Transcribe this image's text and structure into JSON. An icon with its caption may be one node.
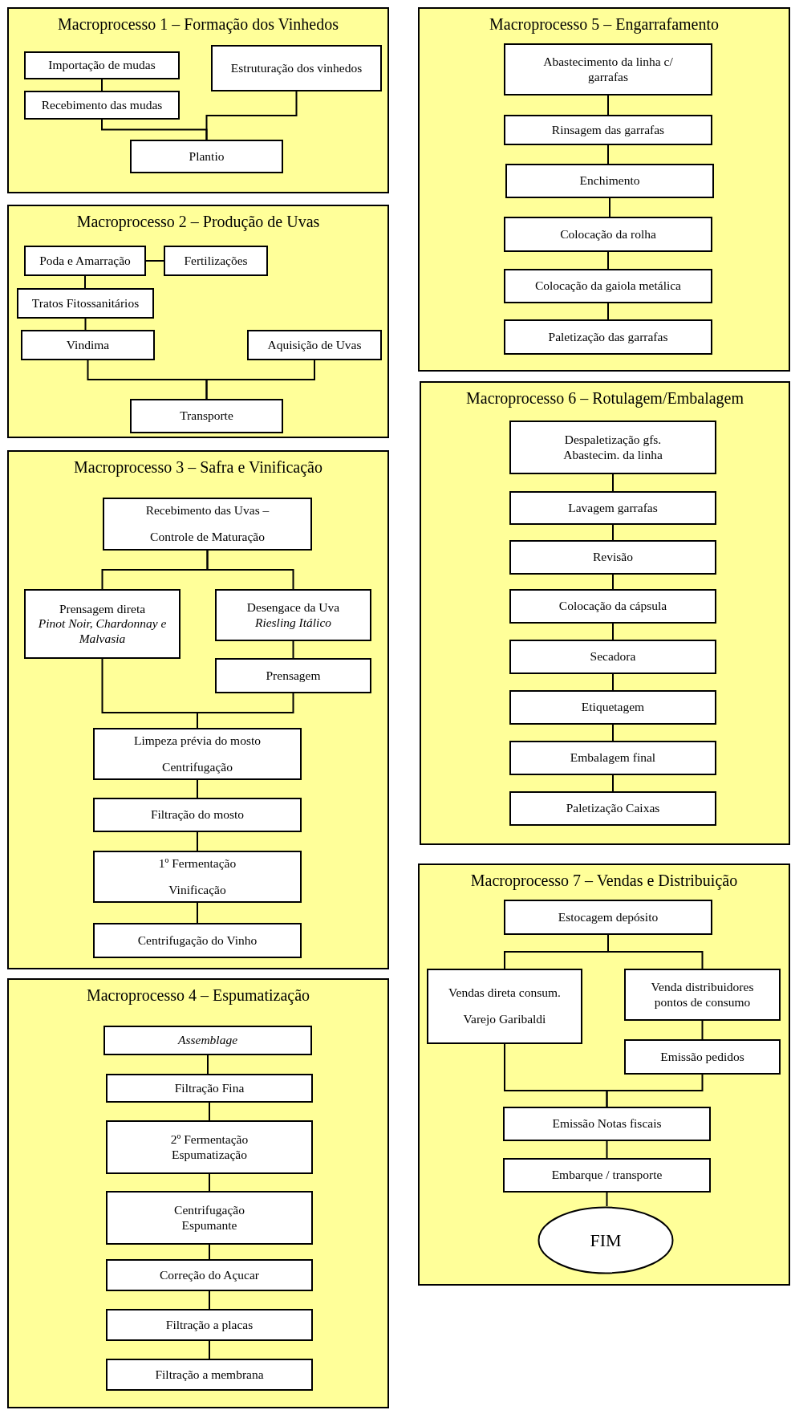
{
  "diagram": {
    "nodes": [
      {
        "text": [
          "Macroprocesso 1 – Formação dos Vinhedos"
        ]
      },
      {
        "text": [
          "Importação de mudas"
        ],
        "in": 0
      },
      {
        "text": [
          "Recebimento das mudas"
        ],
        "in": 0
      },
      {
        "text": [
          "Estruturação dos vinhedos"
        ],
        "in": 0
      },
      {
        "text": [
          "Plantio"
        ],
        "in": 0
      },
      {
        "text": [
          "Macroprocesso 2 – Produção de Uvas"
        ]
      },
      {
        "text": [
          "Poda e Amarração"
        ],
        "in": 5
      },
      {
        "text": [
          "Fertilizações"
        ],
        "in": 5
      },
      {
        "text": [
          "Tratos Fitossanitários"
        ],
        "in": 5
      },
      {
        "text": [
          "Vindima"
        ],
        "in": 5
      },
      {
        "text": [
          "Aquisição de Uvas"
        ],
        "in": 5
      },
      {
        "text": [
          "Transporte"
        ],
        "in": 5
      },
      {
        "text": [
          "Macroprocesso 3 – Safra e Vinificação"
        ]
      },
      {
        "text": [
          "Recebimento das Uvas –",
          "Controle de Maturação"
        ],
        "in": 12
      },
      {
        "text": [
          "Prensagem direta",
          "Pinot Noir, Chardonnay e Malvasia"
        ],
        "in": 12
      },
      {
        "text": [
          "Desengace da Uva",
          "Riesling Itálico"
        ],
        "in": 12
      },
      {
        "text": [
          "Prensagem"
        ],
        "in": 12
      },
      {
        "text": [
          "Limpeza prévia do mosto",
          "Centrifugação"
        ],
        "in": 12
      },
      {
        "text": [
          "Filtração do mosto"
        ],
        "in": 12
      },
      {
        "text": [
          "1º Fermentação",
          "Vinificação"
        ],
        "in": 12
      },
      {
        "text": [
          "Centrifugação do Vinho"
        ],
        "in": 12
      },
      {
        "text": [
          "Macroprocesso 4 – Espumatização"
        ]
      },
      {
        "text": [
          "Assemblage"
        ],
        "in": 21
      },
      {
        "text": [
          "Filtração Fina"
        ],
        "in": 21
      },
      {
        "text": [
          "2º Fermentação Espumatização"
        ],
        "in": 21
      },
      {
        "text": [
          "Centrifugação Espumante"
        ],
        "in": 21
      },
      {
        "text": [
          "Correção do Açucar"
        ],
        "in": 21
      },
      {
        "text": [
          "Filtração a placas"
        ],
        "in": 21
      },
      {
        "text": [
          "Filtração a membrana"
        ],
        "in": 21
      },
      {
        "text": [
          "Macroprocesso 5 – Engarrafamento"
        ]
      },
      {
        "text": [
          "Abastecimento da linha c/ garrafas"
        ],
        "in": 29
      },
      {
        "text": [
          "Rinsagem das garrafas"
        ],
        "in": 29
      },
      {
        "text": [
          "Enchimento"
        ],
        "in": 29
      },
      {
        "text": [
          "Colocação da rolha"
        ],
        "in": 29
      },
      {
        "text": [
          "Colocação da gaiola metálica"
        ],
        "in": 29
      },
      {
        "text": [
          "Paletização das garrafas"
        ],
        "in": 29
      },
      {
        "text": [
          "Macroprocesso 6 – Rotulagem/Embalagem"
        ]
      },
      {
        "text": [
          "Despaletização gfs. Abastecim. da linha"
        ],
        "in": 36
      },
      {
        "text": [
          "Lavagem garrafas"
        ],
        "in": 36
      },
      {
        "text": [
          "Revisão"
        ],
        "in": 36
      },
      {
        "text": [
          "Colocação da cápsula"
        ],
        "in": 36
      },
      {
        "text": [
          "Secadora"
        ],
        "in": 36
      },
      {
        "text": [
          "Etiquetagem"
        ],
        "in": 36
      },
      {
        "text": [
          "Embalagem final"
        ],
        "in": 36
      },
      {
        "text": [
          "Paletização Caixas"
        ],
        "in": 36
      },
      {
        "text": [
          "Macroprocesso 7 – Vendas e Distribuição"
        ]
      },
      {
        "text": [
          "Estocagem depósito"
        ],
        "in": 45
      },
      {
        "text": [
          "Vendas direta consum.",
          "Varejo Garibaldi"
        ],
        "in": 45
      },
      {
        "text": [
          "Venda distribuidores pontos de consumo"
        ],
        "in": 45
      },
      {
        "text": [
          "Emissão pedidos"
        ],
        "in": 45
      },
      {
        "text": [
          "Emissão Notas fiscais"
        ],
        "in": 45
      },
      {
        "text": [
          "Embarque / transporte"
        ],
        "in": 45
      },
      {
        "text": [
          "FIM"
        ],
        "in": 45
      }
    ],
    "edges": [
      {
        "from": 1,
        "to": 2,
        "arrow": "none"
      },
      {
        "from": 2,
        "to": 4,
        "arrow": "none"
      },
      {
        "from": 3,
        "to": 4,
        "arrow": "none"
      },
      {
        "from": 6,
        "to": 7,
        "arrow": "none"
      },
      {
        "from": 6,
        "to": 8,
        "arrow": "none"
      },
      {
        "from": 8,
        "to": 9,
        "arrow": "none"
      },
      {
        "from": 9,
        "to": 11,
        "arrow": "none"
      },
      {
        "from": 10,
        "to": 11,
        "arrow": "none"
      },
      {
        "from": 13,
        "to": 14,
        "arrow": "none"
      },
      {
        "from": 13,
        "to": 15,
        "arrow": "none"
      },
      {
        "from": 15,
        "to": 16,
        "arrow": "none"
      },
      {
        "from": 14,
        "to": 17,
        "arrow": "none"
      },
      {
        "from": 16,
        "to": 17,
        "arrow": "none"
      },
      {
        "from": 17,
        "to": 18,
        "arrow": "none"
      },
      {
        "from": 18,
        "to": 19,
        "arrow": "none"
      },
      {
        "from": 19,
        "to": 20,
        "arrow": "none"
      },
      {
        "from": 22,
        "to": 23,
        "arrow": "none"
      },
      {
        "from": 23,
        "to": 24,
        "arrow": "none"
      },
      {
        "from": 24,
        "to": 25,
        "arrow": "none"
      },
      {
        "from": 25,
        "to": 26,
        "arrow": "none"
      },
      {
        "from": 26,
        "to": 27,
        "arrow": "none"
      },
      {
        "from": 27,
        "to": 28,
        "arrow": "none"
      },
      {
        "from": 30,
        "to": 31,
        "arrow": "none"
      },
      {
        "from": 31,
        "to": 32,
        "arrow": "none"
      },
      {
        "from": 32,
        "to": 33,
        "arrow": "none"
      },
      {
        "from": 33,
        "to": 34,
        "arrow": "none"
      },
      {
        "from": 34,
        "to": 35,
        "arrow": "none"
      },
      {
        "from": 37,
        "to": 38,
        "arrow": "none"
      },
      {
        "from": 38,
        "to": 39,
        "arrow": "none"
      },
      {
        "from": 39,
        "to": 40,
        "arrow": "none"
      },
      {
        "from": 40,
        "to": 41,
        "arrow": "none"
      },
      {
        "from": 41,
        "to": 42,
        "arrow": "none"
      },
      {
        "from": 42,
        "to": 43,
        "arrow": "none"
      },
      {
        "from": 43,
        "to": 44,
        "arrow": "none"
      },
      {
        "from": 46,
        "to": 47,
        "arrow": "none"
      },
      {
        "from": 46,
        "to": 48,
        "arrow": "none"
      },
      {
        "from": 48,
        "to": 49,
        "arrow": "none"
      },
      {
        "from": 47,
        "to": 50,
        "arrow": "none"
      },
      {
        "from": 49,
        "to": 50,
        "arrow": "none"
      },
      {
        "from": 50,
        "to": 51,
        "arrow": "none"
      },
      {
        "from": 51,
        "to": 52,
        "arrow": "none"
      }
    ]
  }
}
